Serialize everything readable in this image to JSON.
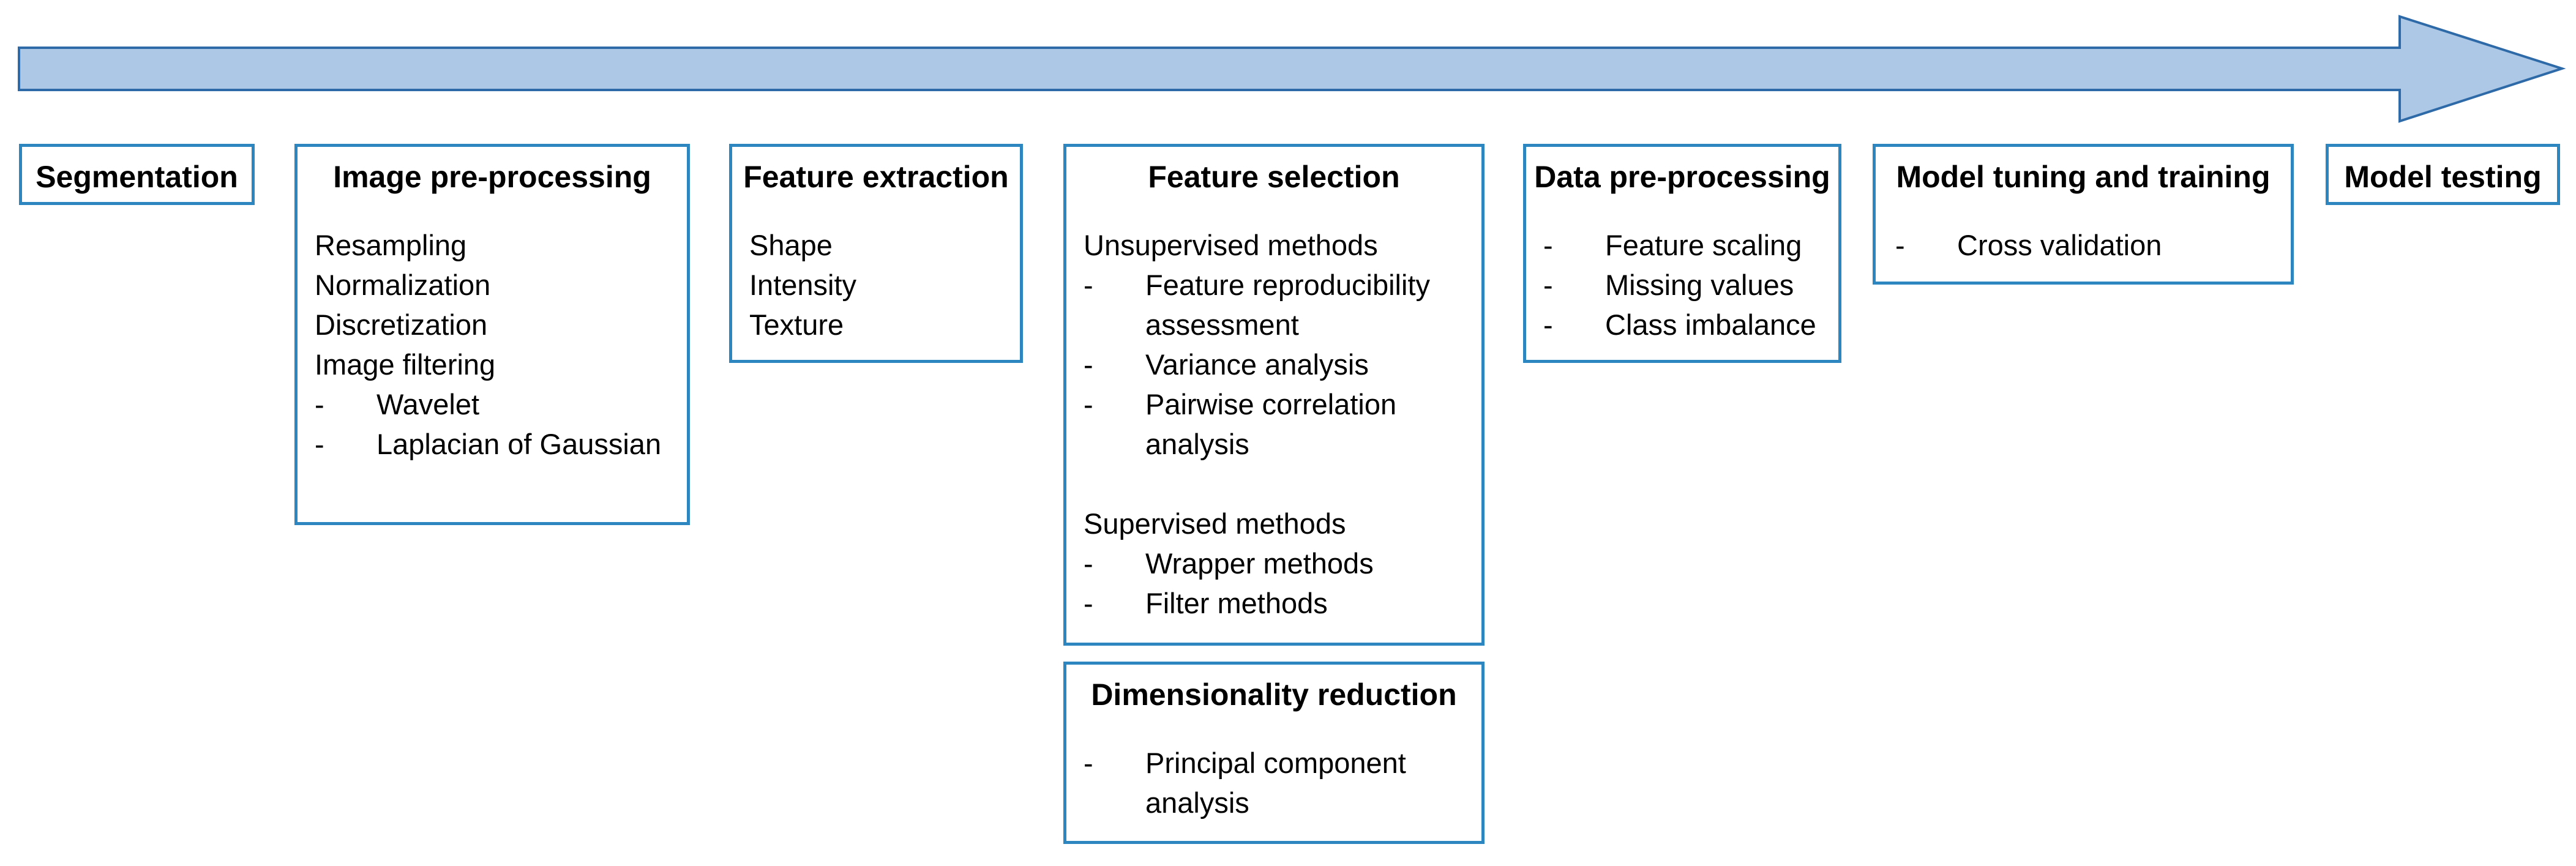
{
  "arrow": {
    "fill": "#adc8e6",
    "stroke": "#2e6aa8"
  },
  "box_border_color": "#2e86c1",
  "stages": {
    "segmentation": {
      "title": "Segmentation"
    },
    "image_preprocessing": {
      "title": "Image pre-processing",
      "lines": [
        "Resampling",
        "Normalization",
        "Discretization",
        "Image filtering"
      ],
      "bullets": [
        "Wavelet",
        "Laplacian of Gaussian"
      ]
    },
    "feature_extraction": {
      "title": "Feature extraction",
      "lines": [
        "Shape",
        "Intensity",
        "Texture"
      ]
    },
    "feature_selection": {
      "title": "Feature selection",
      "unsupervised_heading": "Unsupervised methods",
      "unsupervised_bullets": [
        [
          "Feature reproducibility",
          "assessment"
        ],
        [
          "Variance analysis"
        ],
        [
          "Pairwise correlation",
          "analysis"
        ]
      ],
      "supervised_heading": "Supervised methods",
      "supervised_bullets": [
        "Wrapper methods",
        "Filter methods"
      ]
    },
    "dimensionality_reduction": {
      "title": "Dimensionality reduction",
      "bullets": [
        [
          "Principal component",
          "analysis"
        ]
      ]
    },
    "data_preprocessing": {
      "title": "Data pre-processing",
      "bullets": [
        "Feature scaling",
        "Missing values",
        "Class imbalance"
      ]
    },
    "model_tuning": {
      "title": "Model tuning and training",
      "bullets": [
        "Cross validation"
      ]
    },
    "model_testing": {
      "title": "Model testing"
    }
  },
  "dash": "-"
}
